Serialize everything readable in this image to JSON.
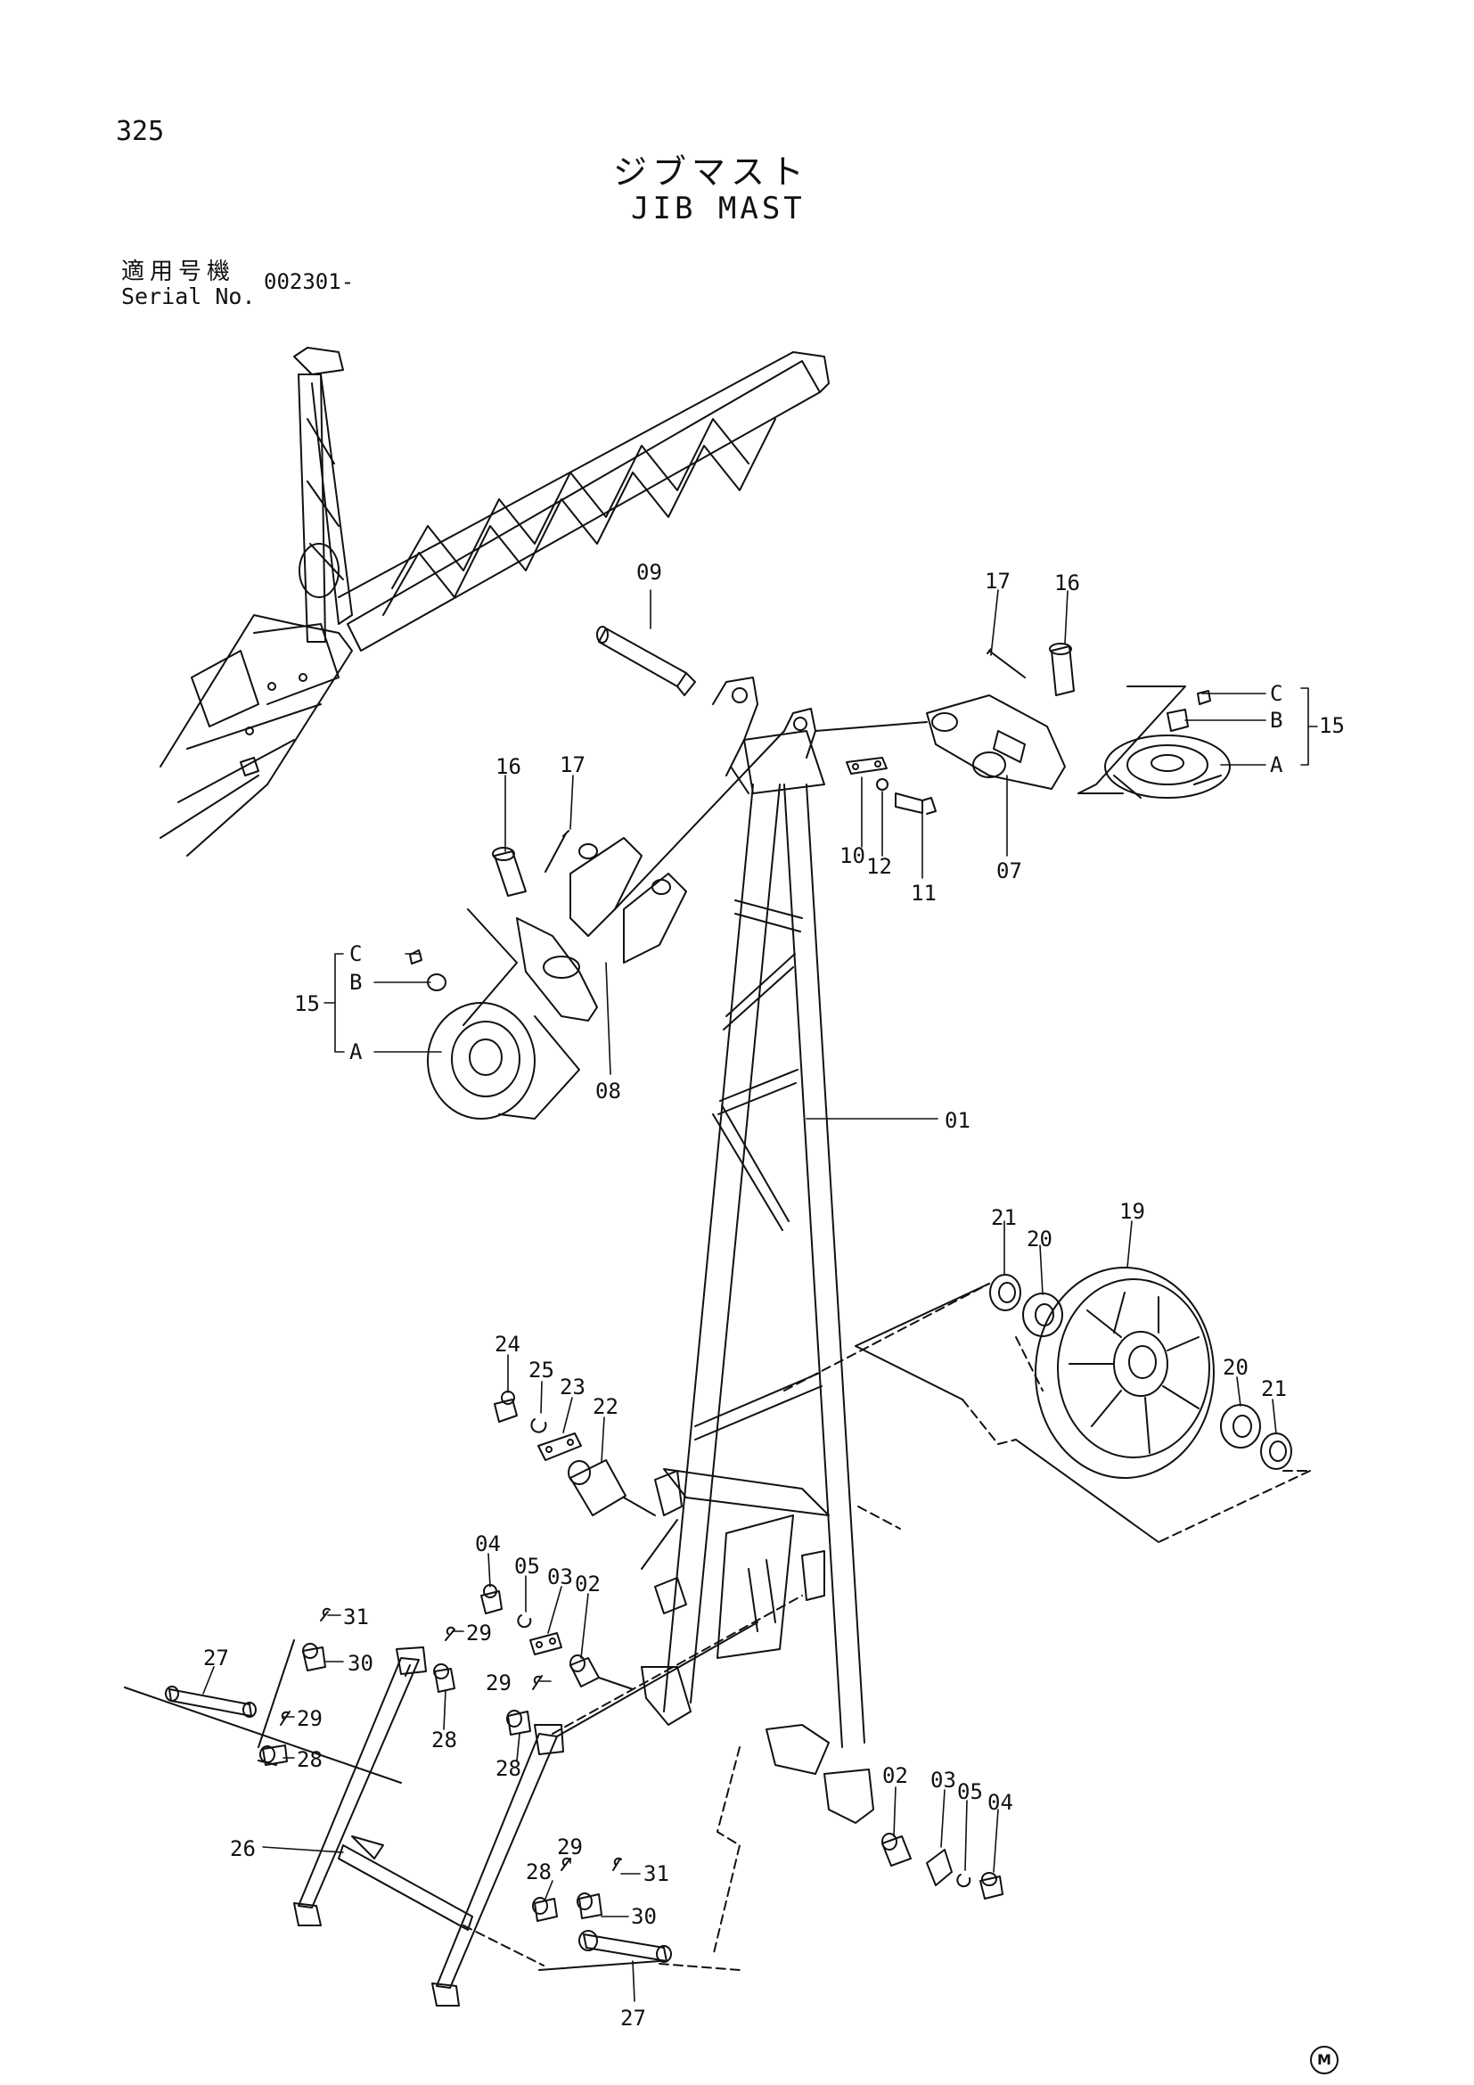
{
  "header": {
    "page_number": "325",
    "title_jp": "ジブマスト",
    "title_en": "JIB MAST",
    "serial_label_jp": "適用号機",
    "serial_label_en": "Serial No.",
    "serial_value": "002301-"
  },
  "footer": {
    "mark": "M"
  },
  "callouts": {
    "c09": "09",
    "c17a": "17",
    "c16a": "16",
    "c15a": "15",
    "c15a_C": "C",
    "c15a_B": "B",
    "c15a_A": "A",
    "c10": "10",
    "c12": "12",
    "c11": "11",
    "c07": "07",
    "c16b": "16",
    "c17b": "17",
    "c15b": "15",
    "c15b_C": "C",
    "c15b_B": "B",
    "c15b_A": "A",
    "c08": "08",
    "c01": "01",
    "c21a": "21",
    "c20a": "20",
    "c19": "19",
    "c20b": "20",
    "c21b": "21",
    "c24": "24",
    "c25": "25",
    "c23": "23",
    "c22": "22",
    "c04a": "04",
    "c05a": "05",
    "c03a": "03",
    "c02a": "02",
    "c27a": "27",
    "c31a": "31",
    "c30a": "30",
    "c29a": "29",
    "c28a": "28",
    "c29b": "29",
    "c28b": "28",
    "c29c": "29",
    "c28c": "28",
    "c02b": "02",
    "c03b": "03",
    "c05b": "05",
    "c04b": "04",
    "c26": "26",
    "c28d": "28",
    "c29d": "29",
    "c31b": "31",
    "c30b": "30",
    "c27b": "27"
  }
}
